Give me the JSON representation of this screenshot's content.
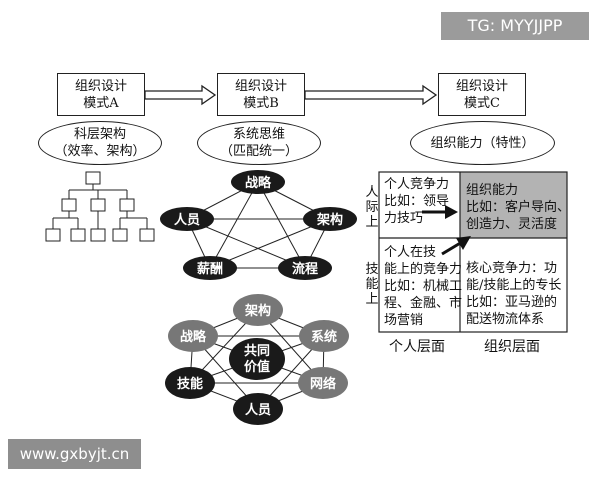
{
  "watermarks": {
    "top": "TG: MYYJJPP",
    "bottom": "www.gxbyjt.cn"
  },
  "models": [
    {
      "line1": "组织设计",
      "line2": "模式A"
    },
    {
      "line1": "组织设计",
      "line2": "模式B"
    },
    {
      "line1": "组织设计",
      "line2": "模式C"
    }
  ],
  "ovals": [
    {
      "line1": "科层架构",
      "line2": "（效率、架构）"
    },
    {
      "line1": "系统思维",
      "line2": "（匹配统一）"
    },
    {
      "line1": "组织能力（特性）",
      "line2": ""
    }
  ],
  "pentagon": {
    "top": "战略",
    "left": "人员",
    "right": "架构",
    "bottom_left": "薪酬",
    "bottom_right": "流程"
  },
  "network": {
    "center": [
      "共同",
      "价值"
    ],
    "top": "架构",
    "top_left": "战略",
    "top_right": "系统",
    "bottom_left": "技能",
    "bottom_right": "网络",
    "bottom": "人员"
  },
  "matrix": {
    "row_labels": [
      "人际上",
      "技能上"
    ],
    "cells": {
      "top_left": [
        "个人竞争力",
        "比如：领导",
        "力技巧"
      ],
      "top_right": [
        "组织能力",
        "比如：客户导向、",
        "创造力、灵活度"
      ],
      "bottom_left": [
        "个人在技",
        "能上的竞争力",
        "比如：机械工",
        "程、金融、市",
        "场营销"
      ],
      "bottom_right": [
        "核心竞争力：功",
        "能/技能上的专长",
        "比如：亚马逊的",
        "配送物流体系"
      ]
    },
    "col_labels": [
      "个人层面",
      "组织层面"
    ],
    "highlight_color": "#b3b3b3"
  }
}
